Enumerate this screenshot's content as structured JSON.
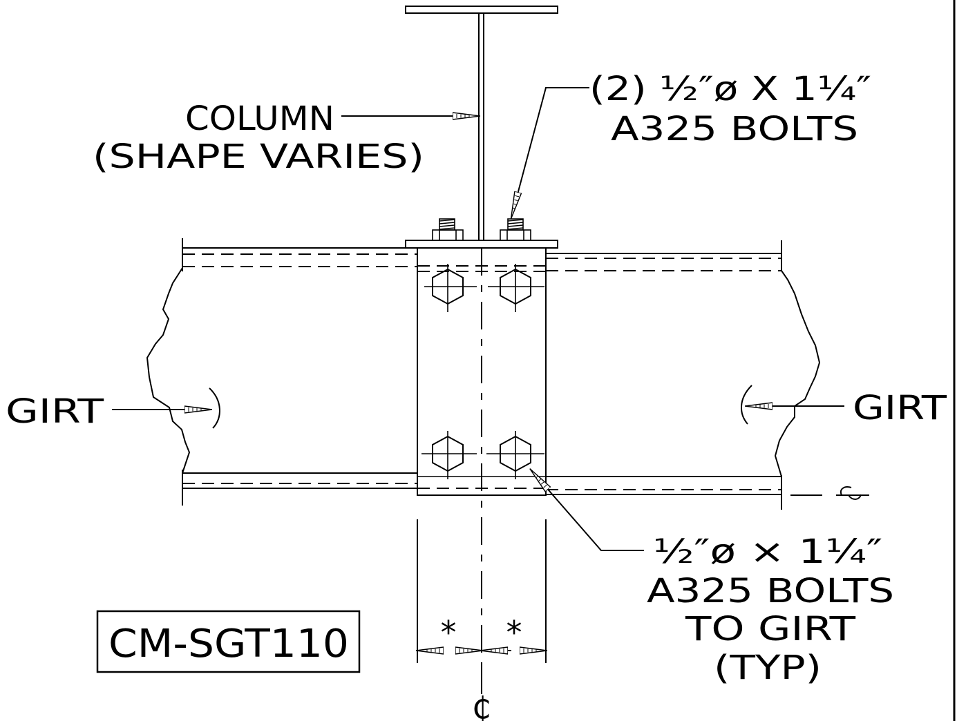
{
  "drawing_id": "CM-SGT110",
  "labels": {
    "column_line1": "COLUMN",
    "column_line2": "(SHAPE VARIES)",
    "top_bolts_line1": "(2) ½″ø X 1¼″",
    "top_bolts_line2": "A325 BOLTS",
    "girt_left": "GIRT",
    "girt_right": "GIRT",
    "girt_bolts_line1": "½″ø × 1¼″",
    "girt_bolts_line2": "A325 BOLTS",
    "girt_bolts_line3": "TO GIRT",
    "girt_bolts_line4": "(TYP)",
    "dim_left": "*",
    "dim_right": "*",
    "centerline": "₵",
    "break_symbol": "∽"
  }
}
